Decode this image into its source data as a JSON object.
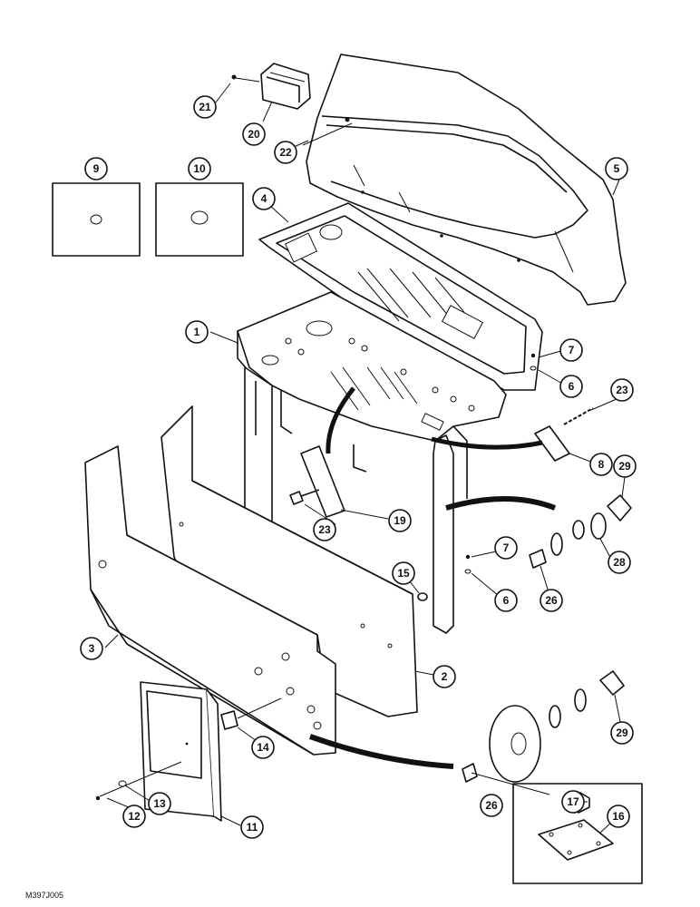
{
  "diagram": {
    "figure_code": "M397J005",
    "callouts": [
      "1",
      "2",
      "3",
      "4",
      "5",
      "6",
      "6",
      "7",
      "7",
      "8",
      "9",
      "10",
      "11",
      "12",
      "13",
      "14",
      "15",
      "16",
      "17",
      "19",
      "20",
      "21",
      "22",
      "23",
      "23",
      "26",
      "26",
      "28",
      "29",
      "29"
    ]
  }
}
